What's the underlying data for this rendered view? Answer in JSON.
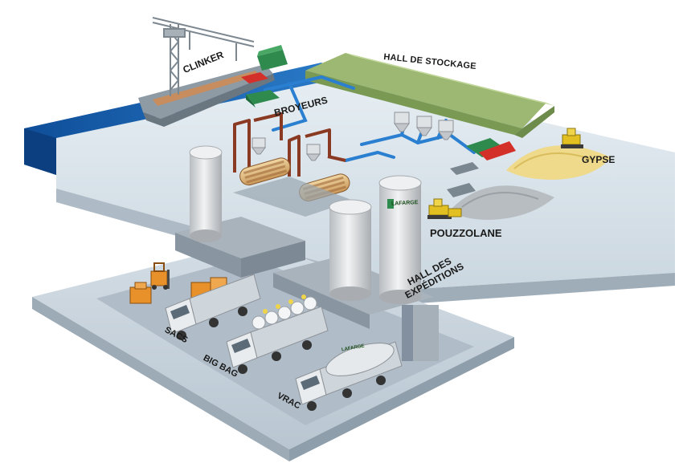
{
  "labels": {
    "clinker": "CLINKER",
    "hall_stockage": "HALL DE STOCKAGE",
    "broyeurs": "BROYEURS",
    "gypse": "GYPSE",
    "pouzzolane": "POUZZOLANE",
    "hall_expeditions_line1": "HALL DES",
    "hall_expeditions_line2": "EXPÉDITIONS",
    "sacs": "SACS",
    "big_bag": "BIG BAG",
    "vrac": "VRAC"
  },
  "brand": {
    "silo_name": "LAFARGE",
    "truck_name": "LAFARGE"
  },
  "colors": {
    "sea": "#1e64b4",
    "platform": "#d9e4ec",
    "lower_platform": "#c6d2dc",
    "hall_roof": "#a8c27a",
    "pipes_blue": "#2a7fd0",
    "pipes_brown": "#8a3a22",
    "arrow_red": "#d4302a",
    "silo": "#e2e4e6",
    "gypse_pile": "#efd98a",
    "sacks_orange": "#e8912a",
    "truck_white": "#e8ecee"
  },
  "icons": [
    "ship-icon",
    "crane-icon",
    "mill-icon",
    "silo-icon",
    "truck-icon",
    "forklift-icon",
    "bulldozer-icon",
    "hopper-icon"
  ]
}
